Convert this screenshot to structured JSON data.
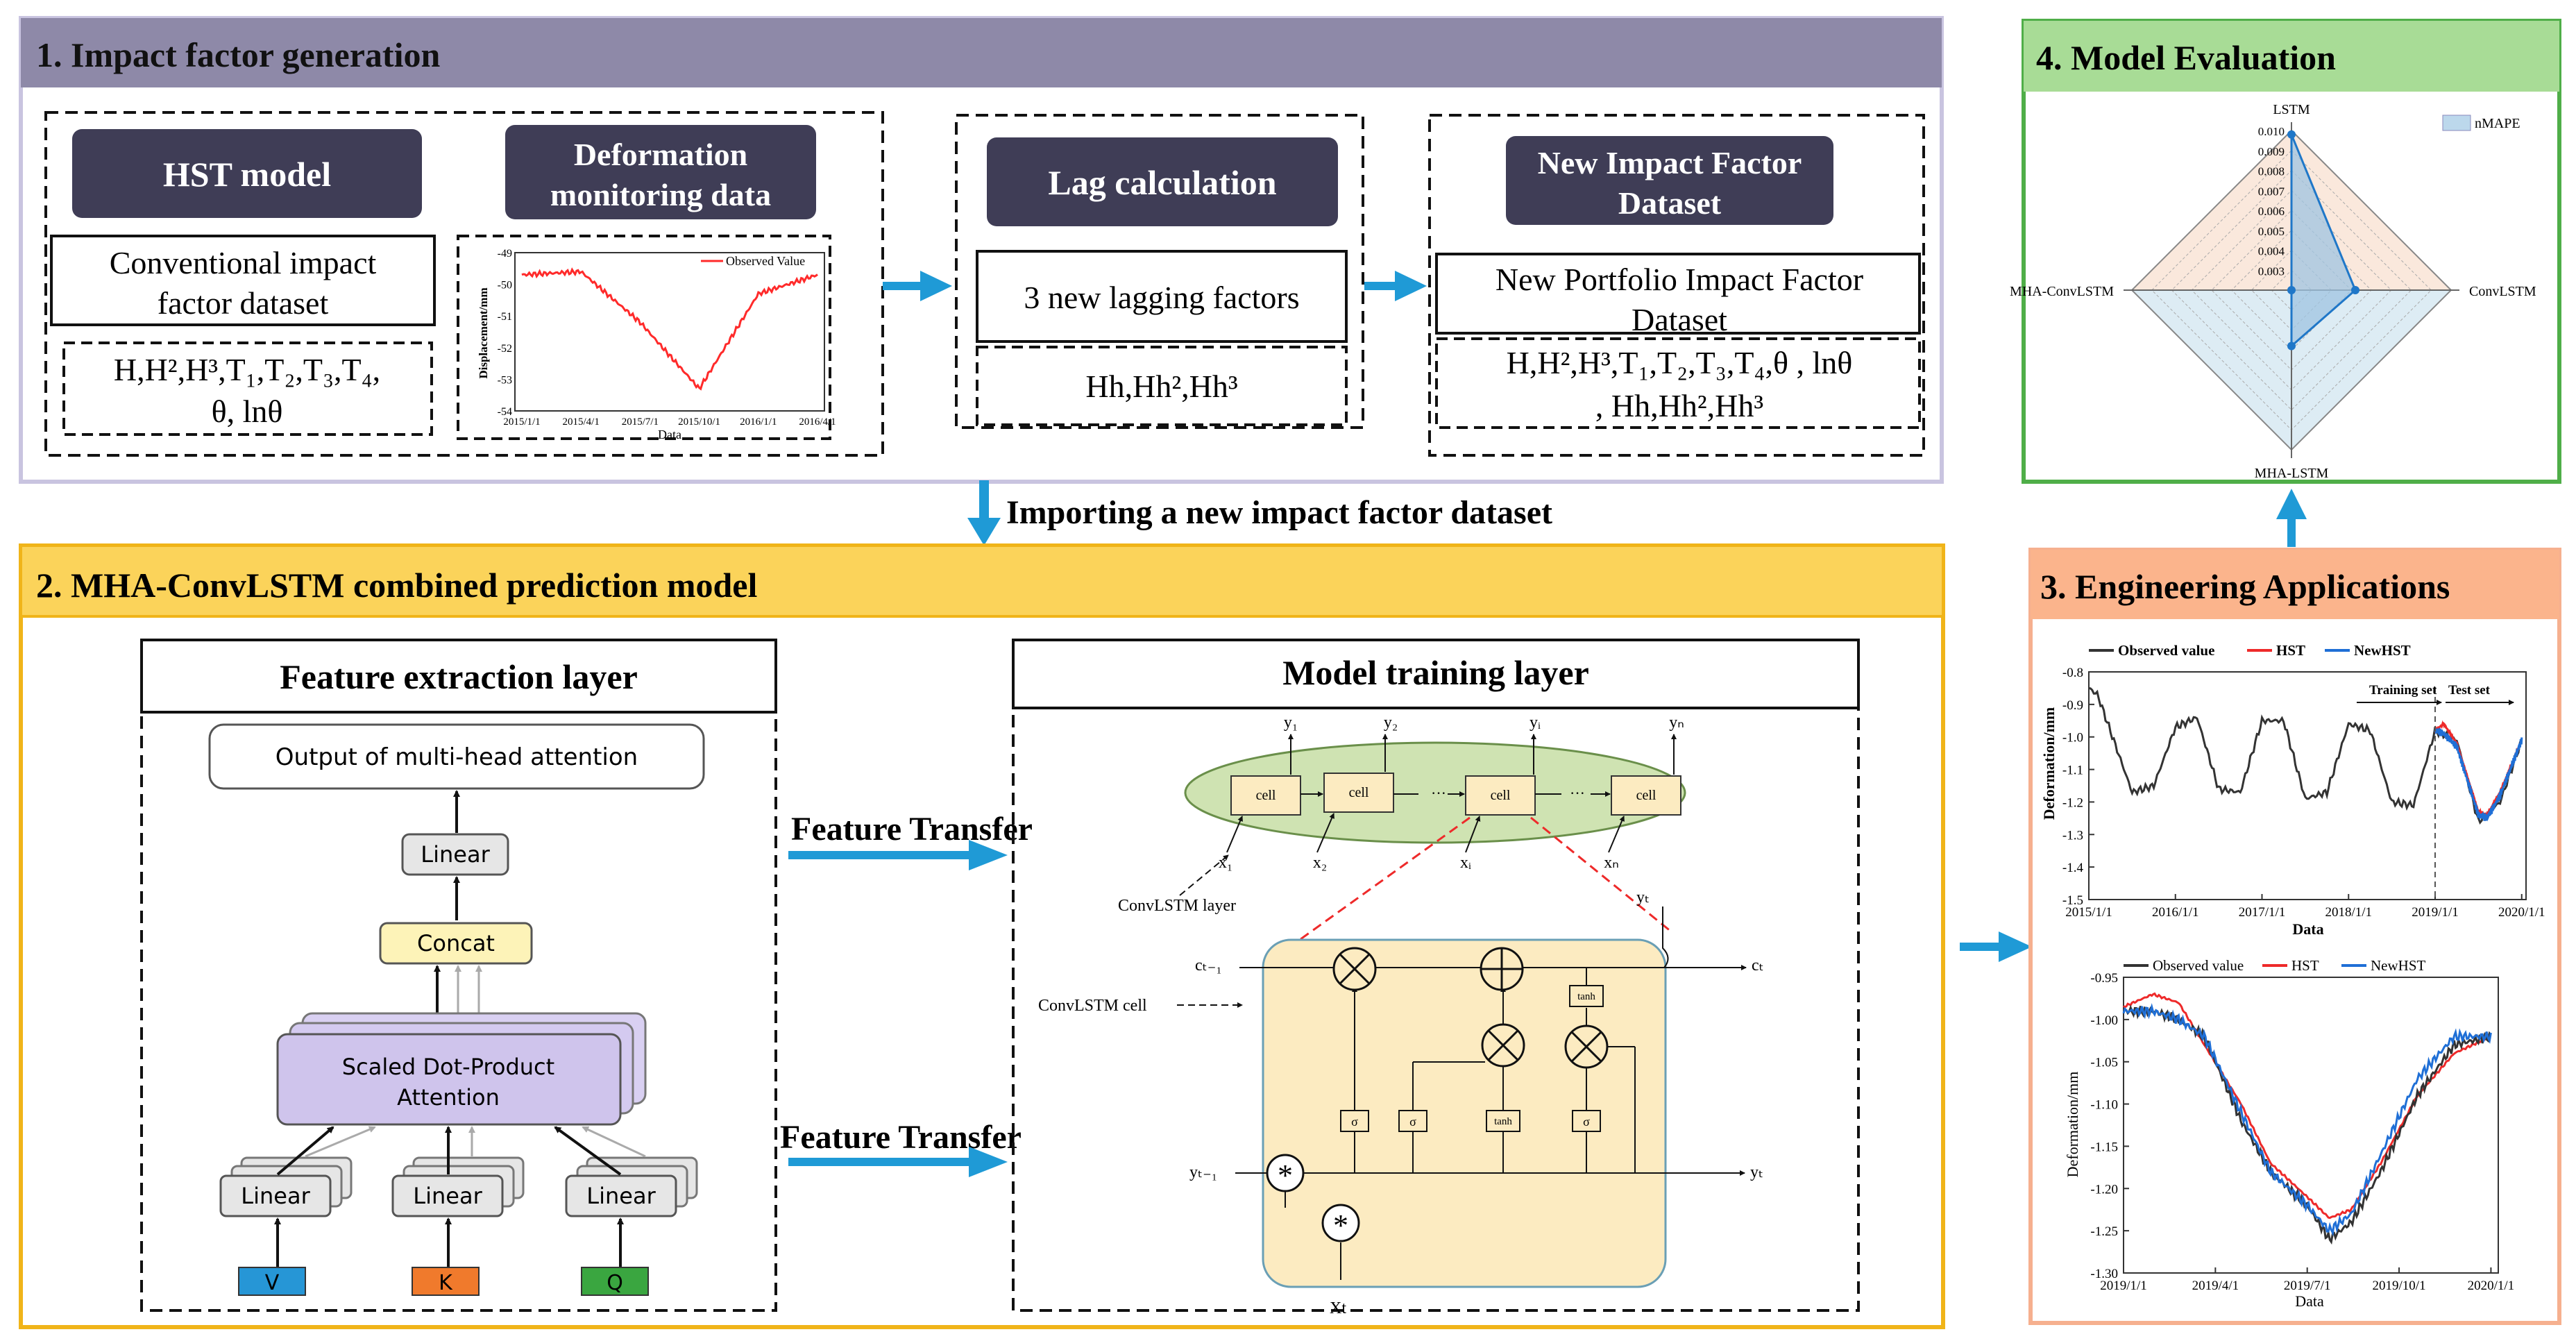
{
  "colors": {
    "panel1_header": "#8e89a8",
    "panel1_border": "#c9c4e0",
    "panel2_header": "#fbd35a",
    "panel2_border": "#f0b419",
    "panel3_header": "#fbb48c",
    "panel3_border": "#f6b08f",
    "panel4_header": "#a8dc96",
    "panel4_border": "#4fae48",
    "dark_box": "#3f3d56",
    "arrow_blue": "#1f9ad6",
    "attn_purple": "#cfc4ec",
    "concat_yellow": "#fdf3b8",
    "cell_green": "#cfe3b2",
    "cell_body": "#fcebc1",
    "v_blue": "#2696d6",
    "k_orange": "#f07a2c",
    "q_green": "#3aa640",
    "series_black": "#333333",
    "series_red": "#ee2a2a",
    "series_blue": "#1f6fd6",
    "observed_red": "#ff2a2a"
  },
  "panel1": {
    "title": "1. Impact factor generation",
    "hst_model": "HST model",
    "conventional": "Conventional impact factor dataset",
    "conventional_line1": "Conventional impact",
    "conventional_line2": "factor dataset",
    "hst_factors_line1": "H,H²,H³,T₁,T₂,T₃,T₄,",
    "hst_factors_line2": "θ,  lnθ",
    "deformation": "Deformation monitoring data",
    "deformation_line1": "Deformation",
    "deformation_line2": "monitoring data",
    "lag_calc": "Lag calculation",
    "lagging_factors": "3 new lagging factors",
    "lag_terms": "Hh,Hh²,Hh³",
    "new_dataset_line1": "New Impact Factor",
    "new_dataset_line2": "Dataset",
    "portfolio_line1": "New Portfolio Impact Factor",
    "portfolio_line2": "Dataset",
    "portfolio_factors_line1": "H,H²,H³,T₁,T₂,T₃,T₄,θ , lnθ",
    "portfolio_factors_line2": ", Hh,Hh²,Hh³"
  },
  "mini_chart": {
    "legend": "Observed Value",
    "ylabel": "Displacement/mm",
    "xlabel": "Data",
    "yticks": [
      "-49",
      "-50",
      "-51",
      "-52",
      "-53",
      "-54"
    ],
    "xticks": [
      "2015/1/1",
      "2015/4/1",
      "2015/7/1",
      "2015/10/1",
      "2016/1/1",
      "2016/4/1"
    ]
  },
  "import_label": "Importing a new impact factor dataset",
  "panel2": {
    "title": "2.   MHA-ConvLSTM combined prediction model",
    "feature_layer": "Feature extraction layer",
    "mha_output": "Output of multi-head attention",
    "linear": "Linear",
    "concat": "Concat",
    "sdpa_line1": "Scaled Dot-Product",
    "sdpa_line2": "Attention",
    "v": "V",
    "k": "K",
    "q": "Q",
    "feature_transfer_1": "Feature Transfer",
    "feature_transfer_2": "Feature Transfer",
    "training_layer": "Model training layer",
    "cell": "cell",
    "convlstm_layer": "ConvLSTM layer",
    "convlstm_cell": "ConvLSTM cell",
    "y_labels": [
      "y₁",
      "y₂",
      "yᵢ",
      "yₙ"
    ],
    "x_labels": [
      "x₁",
      "x₂",
      "xᵢ",
      "xₙ"
    ],
    "c_prev": "cₜ₋₁",
    "c_t": "cₜ",
    "y_prev": "yₜ₋₁",
    "y_t": "yₜ",
    "y_t_top": "yₜ",
    "x_t": "Xt",
    "sigma": "σ",
    "tanh": "tanh"
  },
  "panel3": {
    "title": "3. Engineering Applications",
    "legend": [
      "Observed value",
      "HST",
      "NewHST"
    ],
    "training_set": "Training set",
    "test_set": "Test set",
    "chart1_ylabel": "Deformation/mm",
    "chart1_xlabel": "Data",
    "chart1_yticks": [
      "-0.8",
      "-0.9",
      "-1.0",
      "-1.1",
      "-1.2",
      "-1.3",
      "-1.4",
      "-1.5"
    ],
    "chart1_xticks": [
      "2015/1/1",
      "2016/1/1",
      "2017/1/1",
      "2018/1/1",
      "2019/1/1",
      "2020/1/1"
    ],
    "chart2_ylabel": "Deformation/mm",
    "chart2_xlabel": "Data",
    "chart2_yticks": [
      "-0.95",
      "-1.00",
      "-1.05",
      "-1.10",
      "-1.15",
      "-1.20",
      "-1.25",
      "-1.30"
    ],
    "chart2_xticks": [
      "2019/1/1",
      "2019/4/1",
      "2019/7/1",
      "2019/10/1",
      "2020/1/1"
    ]
  },
  "panel4": {
    "title": "4. Model Evaluation",
    "legend": "nMAPE",
    "axes": [
      "LSTM",
      "ConvLSTM",
      "MHA-LSTM",
      "MHA-ConvLSTM"
    ],
    "ticks": [
      "0.010",
      "0.009",
      "0.008",
      "0.007",
      "0.006",
      "0.005",
      "0.004",
      "0.003"
    ]
  },
  "chart_data": [
    {
      "type": "line",
      "series": [
        {
          "name": "Observed Value",
          "color": "#ff2a2a"
        }
      ],
      "x": [
        "2015/1/1",
        "2015/4/1",
        "2015/7/1",
        "2015/10/1",
        "2016/1/1",
        "2016/4/1"
      ],
      "y": [
        -49.7,
        -49.6,
        -51.2,
        -53.3,
        -50.3,
        -49.7
      ],
      "xlabel": "Data",
      "ylabel": "Displacement/mm",
      "ylim": [
        -54,
        -49
      ]
    },
    {
      "type": "line",
      "series": [
        {
          "name": "Observed value",
          "x": [
            2015.0,
            2015.1,
            2015.5,
            2015.75,
            2016.0,
            2016.25,
            2016.5,
            2016.75,
            2017.0,
            2017.25,
            2017.5,
            2017.75,
            2018.0,
            2018.25,
            2018.5,
            2018.75,
            2019.0,
            2019.25,
            2019.5,
            2019.75,
            2020.0
          ],
          "y": [
            -0.85,
            -0.87,
            -1.17,
            -1.15,
            -0.97,
            -0.94,
            -1.16,
            -1.17,
            -0.95,
            -0.95,
            -1.19,
            -1.17,
            -0.96,
            -0.98,
            -1.2,
            -1.21,
            -0.98,
            -1.01,
            -1.26,
            -1.2,
            -1.01
          ]
        },
        {
          "name": "HST",
          "x": [
            2019.0,
            2019.1,
            2019.25,
            2019.5,
            2019.6,
            2019.75,
            2020.0
          ],
          "y": [
            -0.98,
            -0.96,
            -1.02,
            -1.23,
            -1.24,
            -1.17,
            -1.01
          ]
        },
        {
          "name": "NewHST",
          "x": [
            2019.0,
            2019.1,
            2019.25,
            2019.5,
            2019.6,
            2019.75,
            2020.0
          ],
          "y": [
            -0.98,
            -0.99,
            -1.03,
            -1.24,
            -1.25,
            -1.18,
            -1.01
          ]
        }
      ],
      "xlabel": "Data",
      "ylabel": "Deformation/mm",
      "ylim": [
        -1.5,
        -0.8
      ],
      "annotations": [
        "Training set",
        "Test set"
      ]
    },
    {
      "type": "line",
      "series": [
        {
          "name": "Observed value",
          "x": [
            0,
            0.08,
            0.15,
            0.22,
            0.32,
            0.4,
            0.5,
            0.56,
            0.62,
            0.7,
            0.8,
            0.9,
            1.0
          ],
          "y": [
            -0.99,
            -0.99,
            -1.0,
            -1.02,
            -1.12,
            -1.18,
            -1.22,
            -1.26,
            -1.24,
            -1.18,
            -1.09,
            -1.03,
            -1.02
          ]
        },
        {
          "name": "HST",
          "x": [
            0,
            0.08,
            0.15,
            0.22,
            0.32,
            0.4,
            0.5,
            0.56,
            0.62,
            0.7,
            0.8,
            0.9,
            1.0
          ],
          "y": [
            -0.985,
            -0.97,
            -0.98,
            -1.03,
            -1.1,
            -1.17,
            -1.21,
            -1.235,
            -1.225,
            -1.17,
            -1.09,
            -1.04,
            -1.02
          ]
        },
        {
          "name": "NewHST",
          "x": [
            0,
            0.08,
            0.15,
            0.22,
            0.32,
            0.4,
            0.5,
            0.56,
            0.62,
            0.7,
            0.8,
            0.9,
            1.0
          ],
          "y": [
            -0.99,
            -0.99,
            -1.0,
            -1.02,
            -1.11,
            -1.18,
            -1.22,
            -1.25,
            -1.23,
            -1.16,
            -1.07,
            -1.02,
            -1.02
          ]
        }
      ],
      "x_tick_labels": [
        "2019/1/1",
        "2019/4/1",
        "2019/7/1",
        "2019/10/1",
        "2020/1/1"
      ],
      "xlabel": "Data",
      "ylabel": "Deformation/mm",
      "ylim": [
        -1.3,
        -0.95
      ]
    },
    {
      "type": "radar",
      "axes": [
        "LSTM",
        "ConvLSTM",
        "MHA-LSTM",
        "MHA-ConvLSTM"
      ],
      "series": [
        {
          "name": "nMAPE",
          "values": [
            0.0098,
            0.0052,
            0.0048,
            0.002
          ]
        }
      ],
      "rlim": [
        0.002,
        0.01
      ]
    }
  ]
}
